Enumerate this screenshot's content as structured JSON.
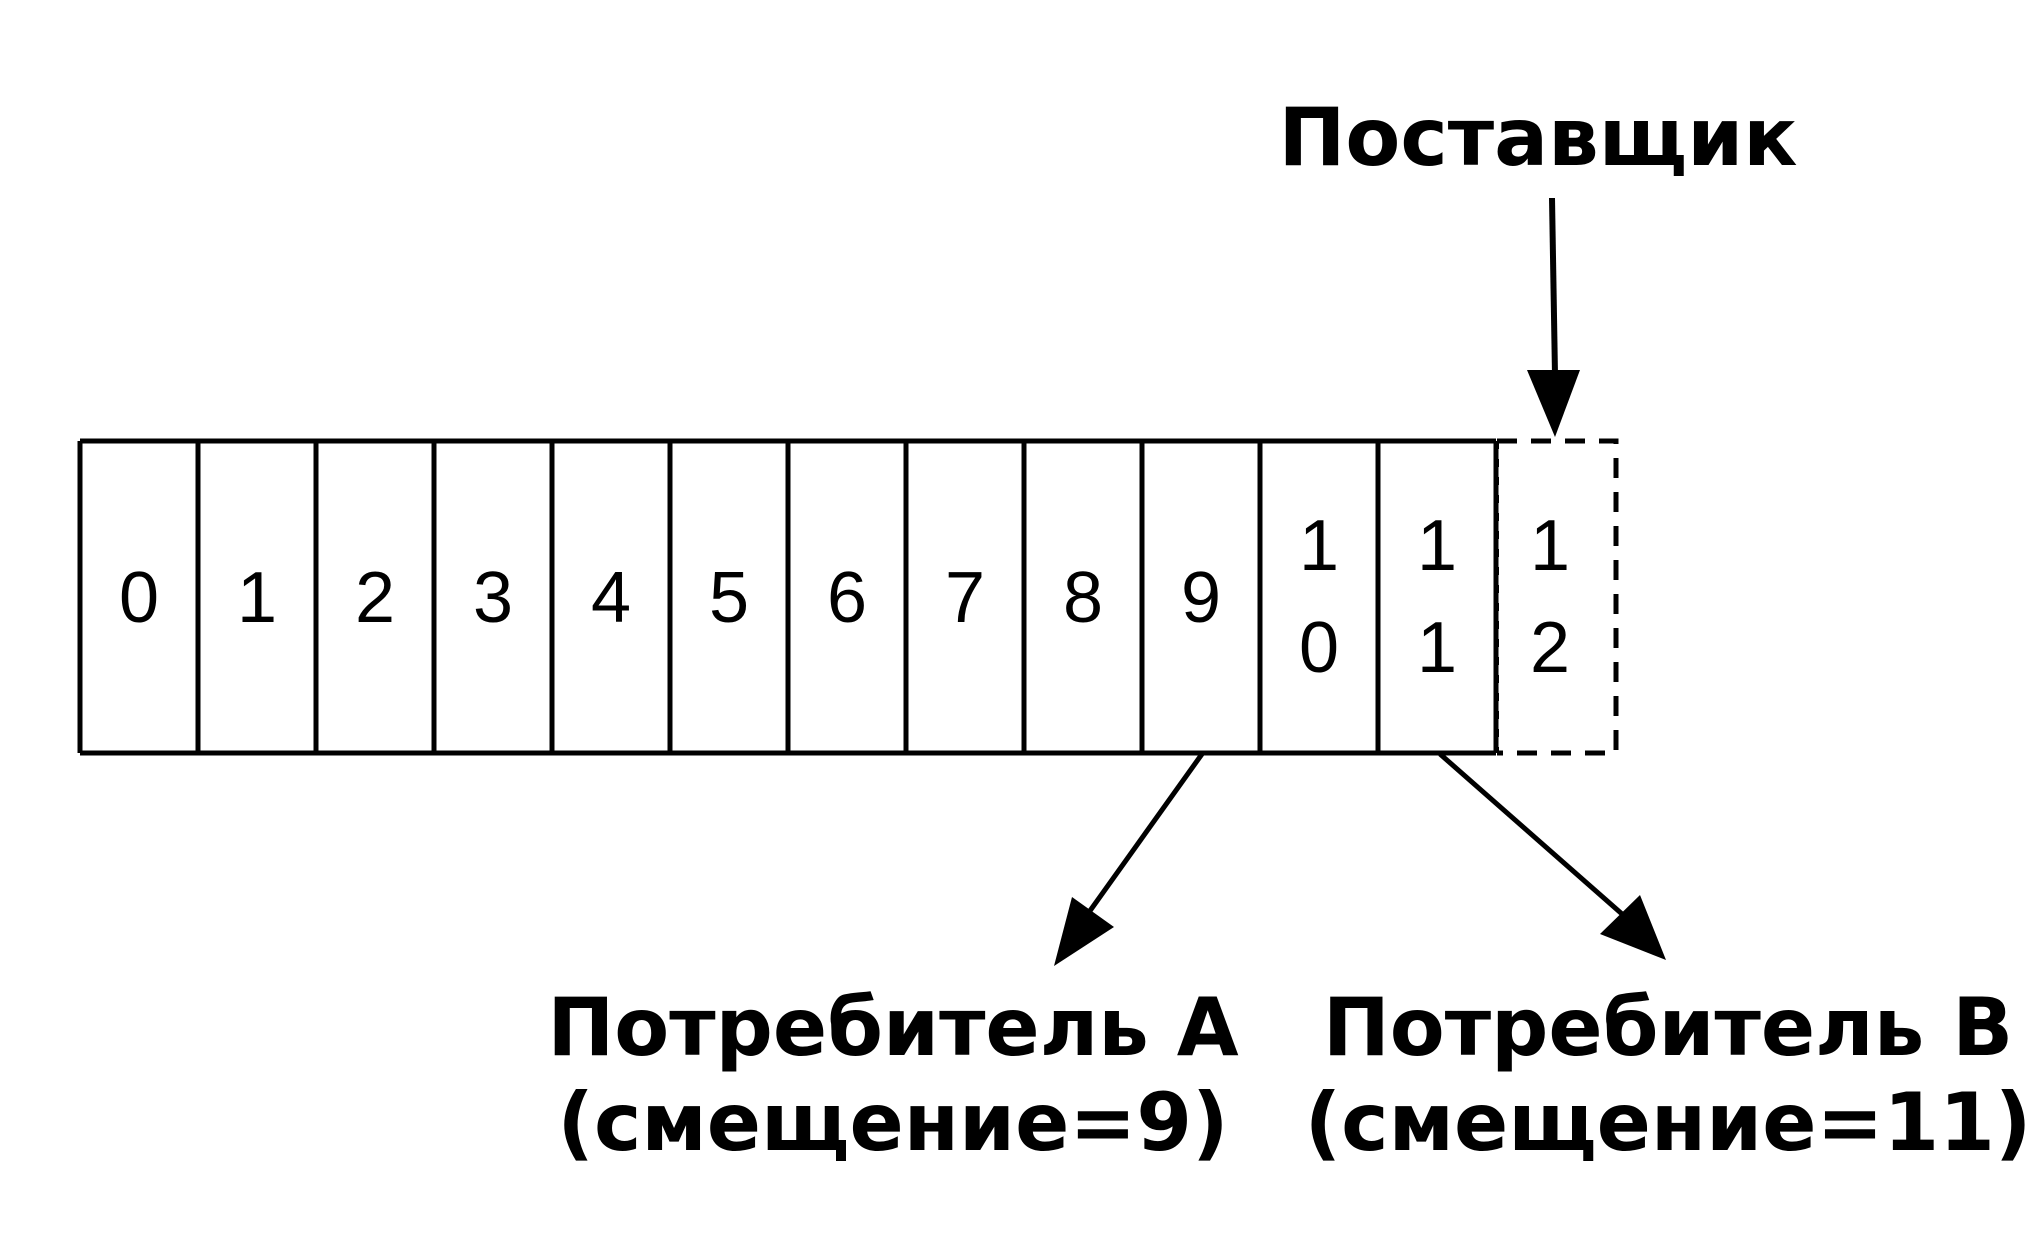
{
  "producer": {
    "label": "Поставщик"
  },
  "log": {
    "committed_offsets": [
      "0",
      "1",
      "2",
      "3",
      "4",
      "5",
      "6",
      "7",
      "8",
      "9",
      "10",
      "11"
    ],
    "pending_offset": "12"
  },
  "consumers": [
    {
      "name": "Потребитель A",
      "offset_label": "(смещение=9)",
      "offset": 9
    },
    {
      "name": "Потребитель B",
      "offset_label": "(смещение=11)",
      "offset": 11
    }
  ],
  "colors": {
    "stroke": "#000000",
    "background": "#ffffff"
  }
}
